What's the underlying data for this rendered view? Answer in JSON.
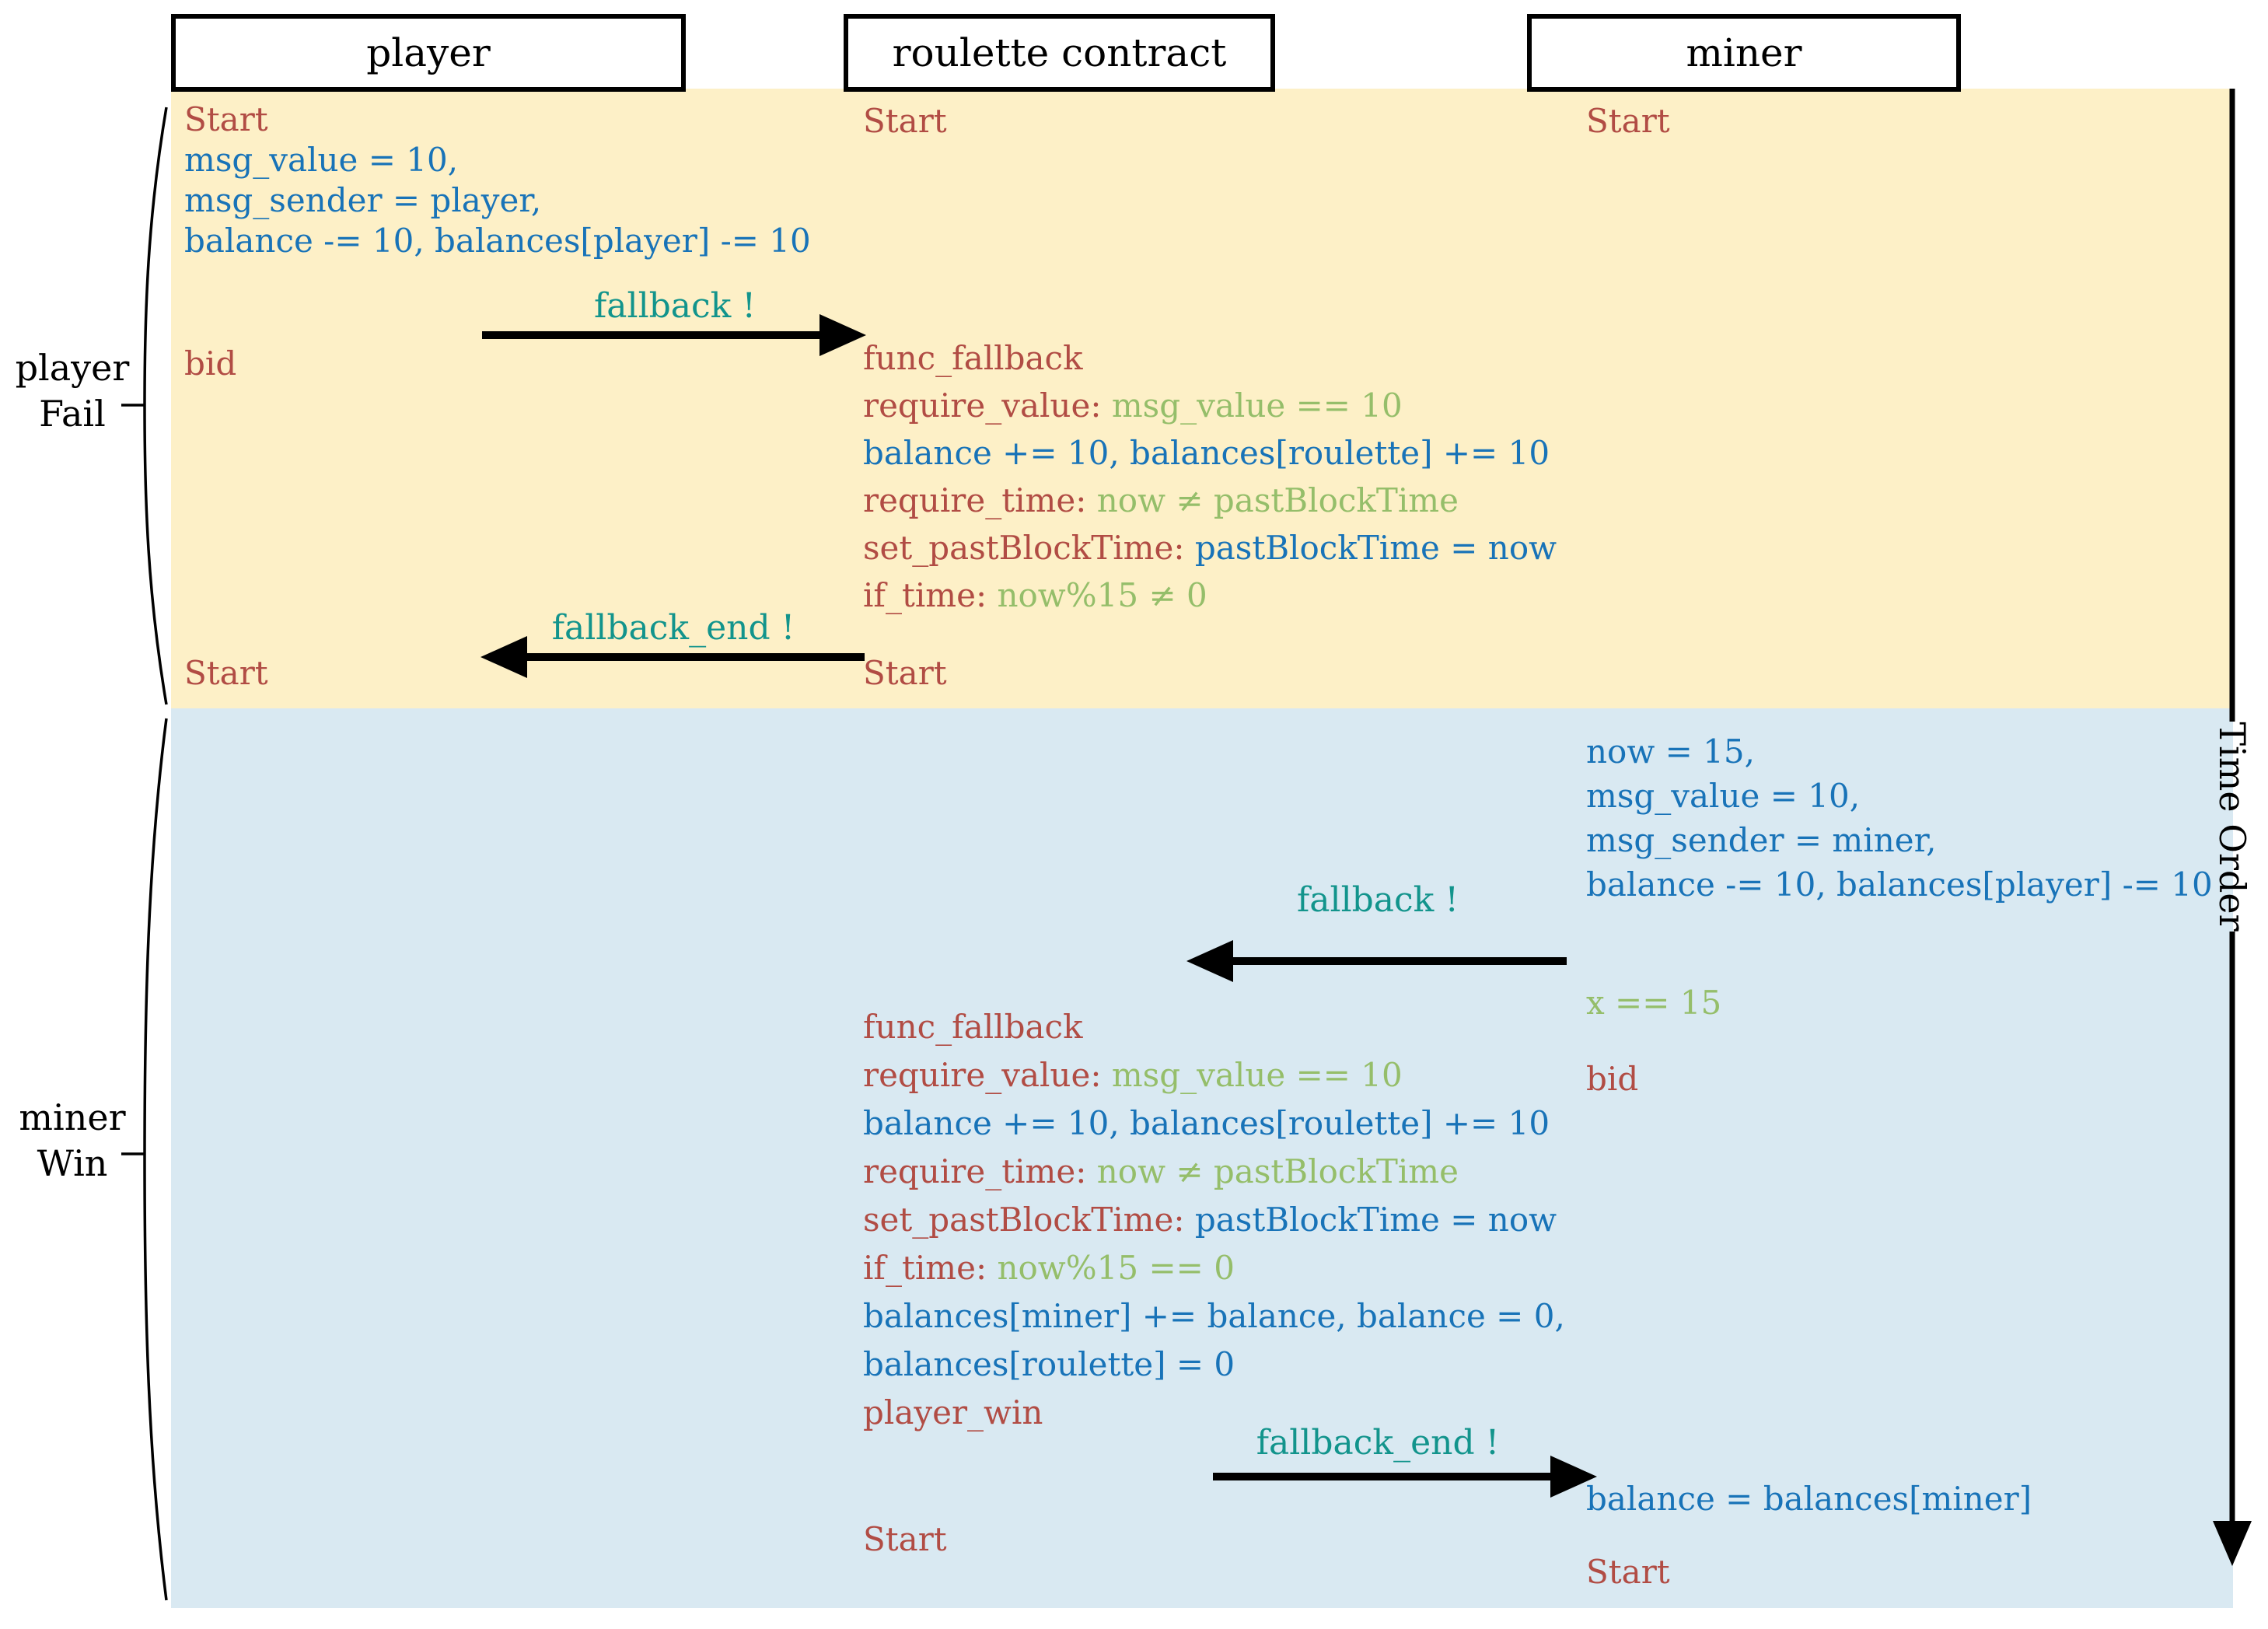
{
  "palette": {
    "red": "#b14c44",
    "blue": "#1873b8",
    "green": "#95be6a",
    "teal": "#12948c",
    "yellow_bg": "#fdf0c7",
    "blue_bg": "#d9e9f2",
    "line_black": "#000000"
  },
  "actors": {
    "player": "player",
    "contract": "roulette contract",
    "miner": "miner"
  },
  "scenario_labels": {
    "fail": {
      "line1": "player",
      "line2": "Fail"
    },
    "win": {
      "line1": "miner",
      "line2": "Win"
    }
  },
  "time_axis": {
    "label": "Time Order"
  },
  "arrows": {
    "fallback_fail": "fallback !",
    "fallback_end_fail": "fallback_end !",
    "fallback_win": "fallback !",
    "fallback_end_win": "fallback_end !"
  },
  "blocks": {
    "player_init": {
      "lines": [
        [
          {
            "t": "Start",
            "c": "red"
          }
        ],
        [
          {
            "t": "msg_value = 10,",
            "c": "blue"
          }
        ],
        [
          {
            "t": "msg_sender = player,",
            "c": "blue"
          }
        ],
        [
          {
            "t": "balance -= 10, balances[player] -= 10",
            "c": "blue"
          }
        ]
      ]
    },
    "player_bid": {
      "lines": [
        [
          {
            "t": "bid",
            "c": "red"
          }
        ]
      ]
    },
    "player_start2": {
      "lines": [
        [
          {
            "t": "Start",
            "c": "red"
          }
        ]
      ]
    },
    "contract_init": {
      "lines": [
        [
          {
            "t": "Start",
            "c": "red"
          }
        ]
      ]
    },
    "contract_exec_fail": {
      "lines": [
        [
          {
            "t": "func_fallback",
            "c": "red"
          }
        ],
        [
          {
            "t": "require_value:",
            "c": "red"
          },
          {
            "t": " msg_value == 10",
            "c": "green"
          }
        ],
        [
          {
            "t": "balance += 10, balances[roulette] += 10",
            "c": "blue"
          }
        ],
        [
          {
            "t": "require_time:",
            "c": "red"
          },
          {
            "t": " now ≠ pastBlockTime",
            "c": "green"
          }
        ],
        [
          {
            "t": "set_pastBlockTime:",
            "c": "red"
          },
          {
            "t": " pastBlockTime = now",
            "c": "blue"
          }
        ],
        [
          {
            "t": "if_time:",
            "c": "red"
          },
          {
            "t": " now%15 ≠ 0",
            "c": "green"
          }
        ]
      ]
    },
    "contract_start2": {
      "lines": [
        [
          {
            "t": "Start",
            "c": "red"
          }
        ]
      ]
    },
    "miner_init": {
      "lines": [
        [
          {
            "t": "Start",
            "c": "red"
          }
        ]
      ]
    },
    "miner_tx": {
      "lines": [
        [
          {
            "t": "now = 15,",
            "c": "blue"
          }
        ],
        [
          {
            "t": "msg_value = 10,",
            "c": "blue"
          }
        ],
        [
          {
            "t": "msg_sender = miner,",
            "c": "blue"
          }
        ],
        [
          {
            "t": "balance -= 10, balances[player] -= 10",
            "c": "blue"
          }
        ]
      ]
    },
    "miner_guard": {
      "lines": [
        [
          {
            "t": "x == 15",
            "c": "green"
          }
        ]
      ]
    },
    "miner_bid": {
      "lines": [
        [
          {
            "t": "bid",
            "c": "red"
          }
        ]
      ]
    },
    "contract_exec_win": {
      "lines": [
        [
          {
            "t": "func_fallback",
            "c": "red"
          }
        ],
        [
          {
            "t": "require_value:",
            "c": "red"
          },
          {
            "t": " msg_value == 10",
            "c": "green"
          }
        ],
        [
          {
            "t": "balance += 10, balances[roulette] += 10",
            "c": "blue"
          }
        ],
        [
          {
            "t": "require_time:",
            "c": "red"
          },
          {
            "t": " now ≠ pastBlockTime",
            "c": "green"
          }
        ],
        [
          {
            "t": "set_pastBlockTime:",
            "c": "red"
          },
          {
            "t": " pastBlockTime = now",
            "c": "blue"
          }
        ],
        [
          {
            "t": "if_time:",
            "c": "red"
          },
          {
            "t": " now%15 == 0",
            "c": "green"
          }
        ],
        [
          {
            "t": "balances[miner] += balance, balance = 0,",
            "c": "blue"
          }
        ],
        [
          {
            "t": "balances[roulette] = 0",
            "c": "blue"
          }
        ],
        [
          {
            "t": "player_win",
            "c": "red"
          }
        ]
      ]
    },
    "contract_start3": {
      "lines": [
        [
          {
            "t": "Start",
            "c": "red"
          }
        ]
      ]
    },
    "miner_balance": {
      "lines": [
        [
          {
            "t": "balance = balances[miner]",
            "c": "blue"
          }
        ]
      ]
    },
    "miner_start2": {
      "lines": [
        [
          {
            "t": "Start",
            "c": "red"
          }
        ]
      ]
    }
  }
}
